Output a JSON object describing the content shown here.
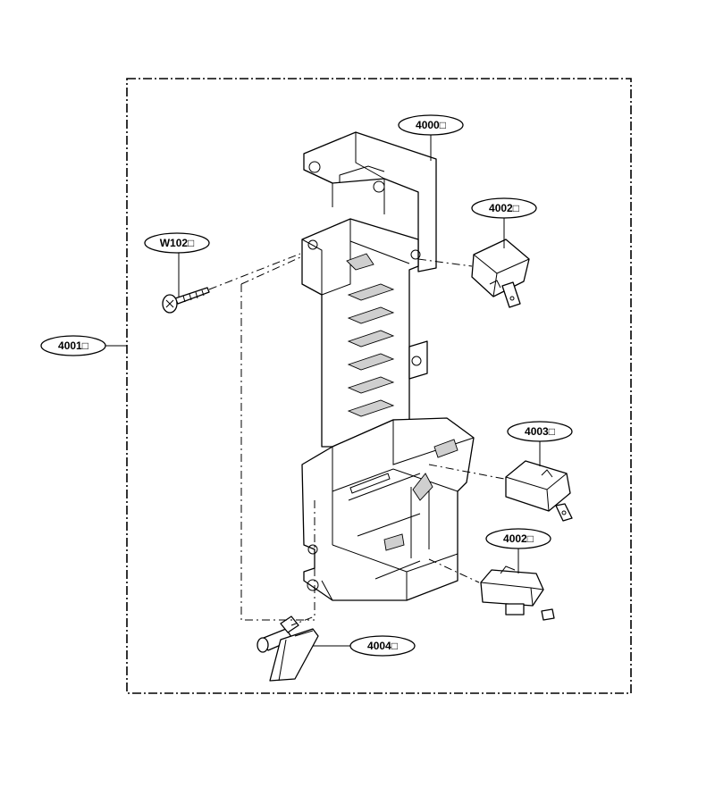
{
  "labels": {
    "frame": "4001□",
    "body": "4000□",
    "screw": "W102□",
    "switch_top": "4002□",
    "switch_mid": "4003□",
    "switch_low": "4002□",
    "lever": "4004□"
  }
}
